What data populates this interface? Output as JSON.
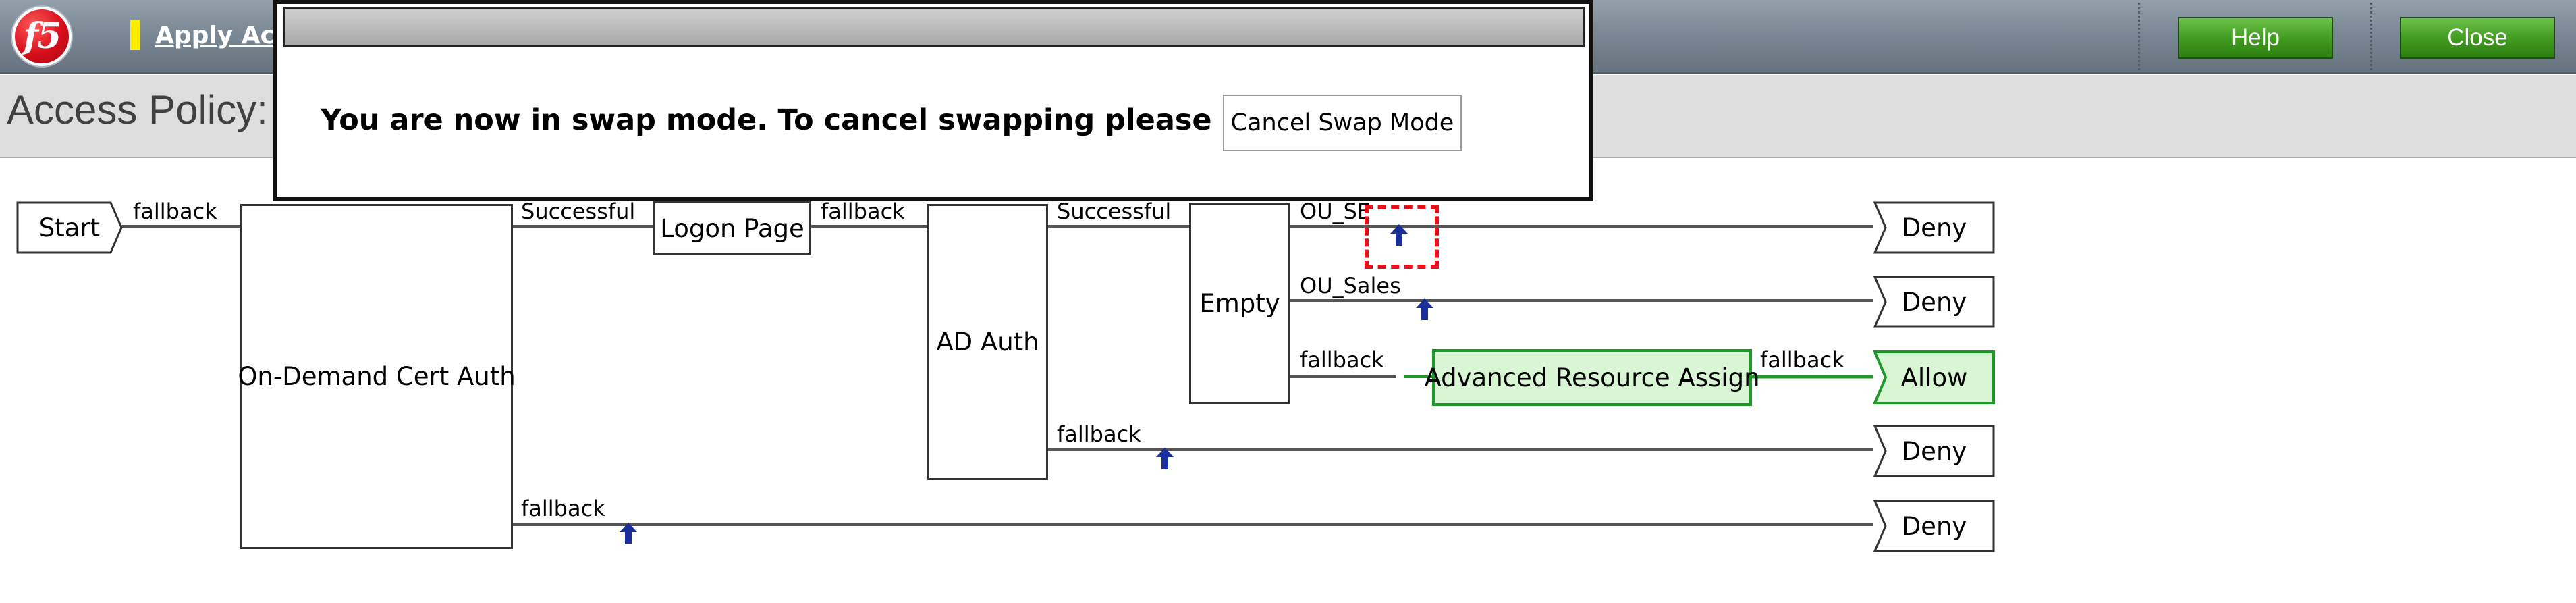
{
  "header": {
    "logo_text": "f5",
    "apply_link": "Apply Acc",
    "help_label": "Help",
    "close_label": "Close",
    "accent_color": "#ffeb00",
    "button_color": "#3f9a1f"
  },
  "page": {
    "title": "Access Policy: /"
  },
  "swap_dialog": {
    "message": "You are now in swap mode. To cancel swapping please press:",
    "cancel_label": "Cancel Swap Mode"
  },
  "flow": {
    "nodes": {
      "start": "Start",
      "cert_auth": "On-Demand Cert Auth",
      "logon_page": "Logon Page",
      "ad_auth": "AD Auth",
      "empty": "Empty",
      "adv_resource": "Advanced Resource Assign"
    },
    "endings": {
      "deny_1": "Deny",
      "deny_2": "Deny",
      "allow": "Allow",
      "deny_4": "Deny",
      "deny_5": "Deny"
    },
    "branches": {
      "start_fallback": "fallback",
      "cert_successful": "Successful",
      "cert_fallback": "fallback",
      "logon_fallback": "fallback",
      "ad_successful": "Successful",
      "ad_fallback": "fallback",
      "empty_ou_se": "OU_SE",
      "empty_ou_sales": "OU_Sales",
      "empty_fallback": "fallback",
      "adv_fallback": "fallback"
    },
    "colors": {
      "line": "#555555",
      "allow_fill": "#d8f5d4",
      "allow_border": "#1f9a2a",
      "swap_arrow": "#1a2f9c",
      "highlight": "#e8111a"
    }
  }
}
